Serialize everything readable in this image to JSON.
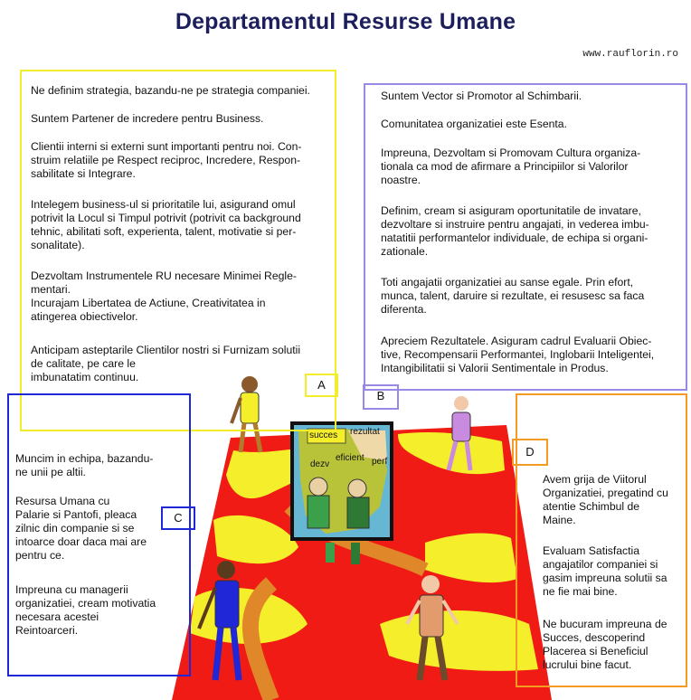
{
  "title": "Departamentul Resurse Umane",
  "website": "www.rauflorin.ro",
  "colors": {
    "title": "#1c1f5c",
    "box_a": "#f4ee2a",
    "box_b": "#9a88e6",
    "box_c": "#1f27d6",
    "box_d": "#f59a22",
    "field_red": "#ef1b14",
    "field_yellow": "#f5ee2a",
    "path_orange": "#e0872a"
  },
  "boxes": {
    "a": {
      "tag": "A",
      "paragraphs": [
        "Ne definim strategia, bazandu-ne pe strategia companiei.",
        "Suntem Partener de incredere pentru Business.",
        "Clientii interni si externi sunt importanti pentru noi. Con-\nstruim relatiile pe Respect reciproc, Incredere,  Respon-\nsabilitate si Integrare.",
        "Intelegem business-ul si prioritatile lui,  asigurand omul\npotrivit la Locul si Timpul potrivit (potrivit ca background\ntehnic, abilitati soft, experienta, talent, motivatie si  per-\nsonalitate).",
        "Dezvoltam Instrumentele RU necesare Minimei Regle-\nmentari.\nIncurajam Libertatea de Actiune, Creativitatea in\natingerea obiectivelor.",
        "Anticipam asteptarile Clientilor nostri si Furnizam solutii\nde calitate, pe care le\nimbunatatim continuu."
      ]
    },
    "b": {
      "tag": "B",
      "paragraphs": [
        "Suntem Vector si Promotor al Schimbarii.",
        "Comunitatea organizatiei este Esenta.",
        "Impreuna, Dezvoltam si Promovam Cultura organiza-\ntionala ca mod de afirmare a Principiilor si Valorilor\nnoastre.",
        "Definim, cream si asiguram oportunitatile de invatare,\ndezvoltare si instruire pentru angajati, in vederea imbu-\nnatatitii performantelor individuale, de echipa si organi-\nzationale.",
        "Toti angajatii organizatiei au sanse egale. Prin efort,\nmunca, talent, daruire si rezultate, ei resusesc sa faca\ndiferenta.",
        "Apreciem Rezultatele. Asiguram cadrul Evaluarii Obiec-\ntive, Recompensarii Performantei, Inglobarii Inteligentei,\nIntangibilitatii si Valorii Sentimentale in Produs."
      ]
    },
    "c": {
      "tag": "C",
      "paragraphs": [
        "Muncim in echipa, bazandu-\nne unii pe altii.",
        "Resursa Umana cu\nPalarie si Pantofi, pleaca\nzilnic din companie si se\nintoarce doar daca mai are\npentru ce.",
        "Impreuna cu managerii\norganizatiei, cream motivatia\nnecesara acestei\nReintoarceri."
      ]
    },
    "d": {
      "tag": "D",
      "paragraphs": [
        "Avem grija de Viitorul\nOrganizatiei, pregatind cu\natentie Schimbul de\nMaine.",
        "Evaluam Satisfactia\nangajatilor companiei si\ngasim impreuna solutii sa\nne fie mai bine.",
        "Ne bucuram impreuna de\nSucces, descoperind\nPlacerea si Beneficiul\nlucrului bine facut."
      ]
    }
  },
  "map": {
    "labels": [
      "succes",
      "rezultat",
      "dezv",
      "eficient",
      "perf"
    ]
  },
  "icons": [
    "person-yellow-figure",
    "person-purple-figure",
    "person-blue-figure",
    "person-orange-figure",
    "explorers-with-map"
  ]
}
